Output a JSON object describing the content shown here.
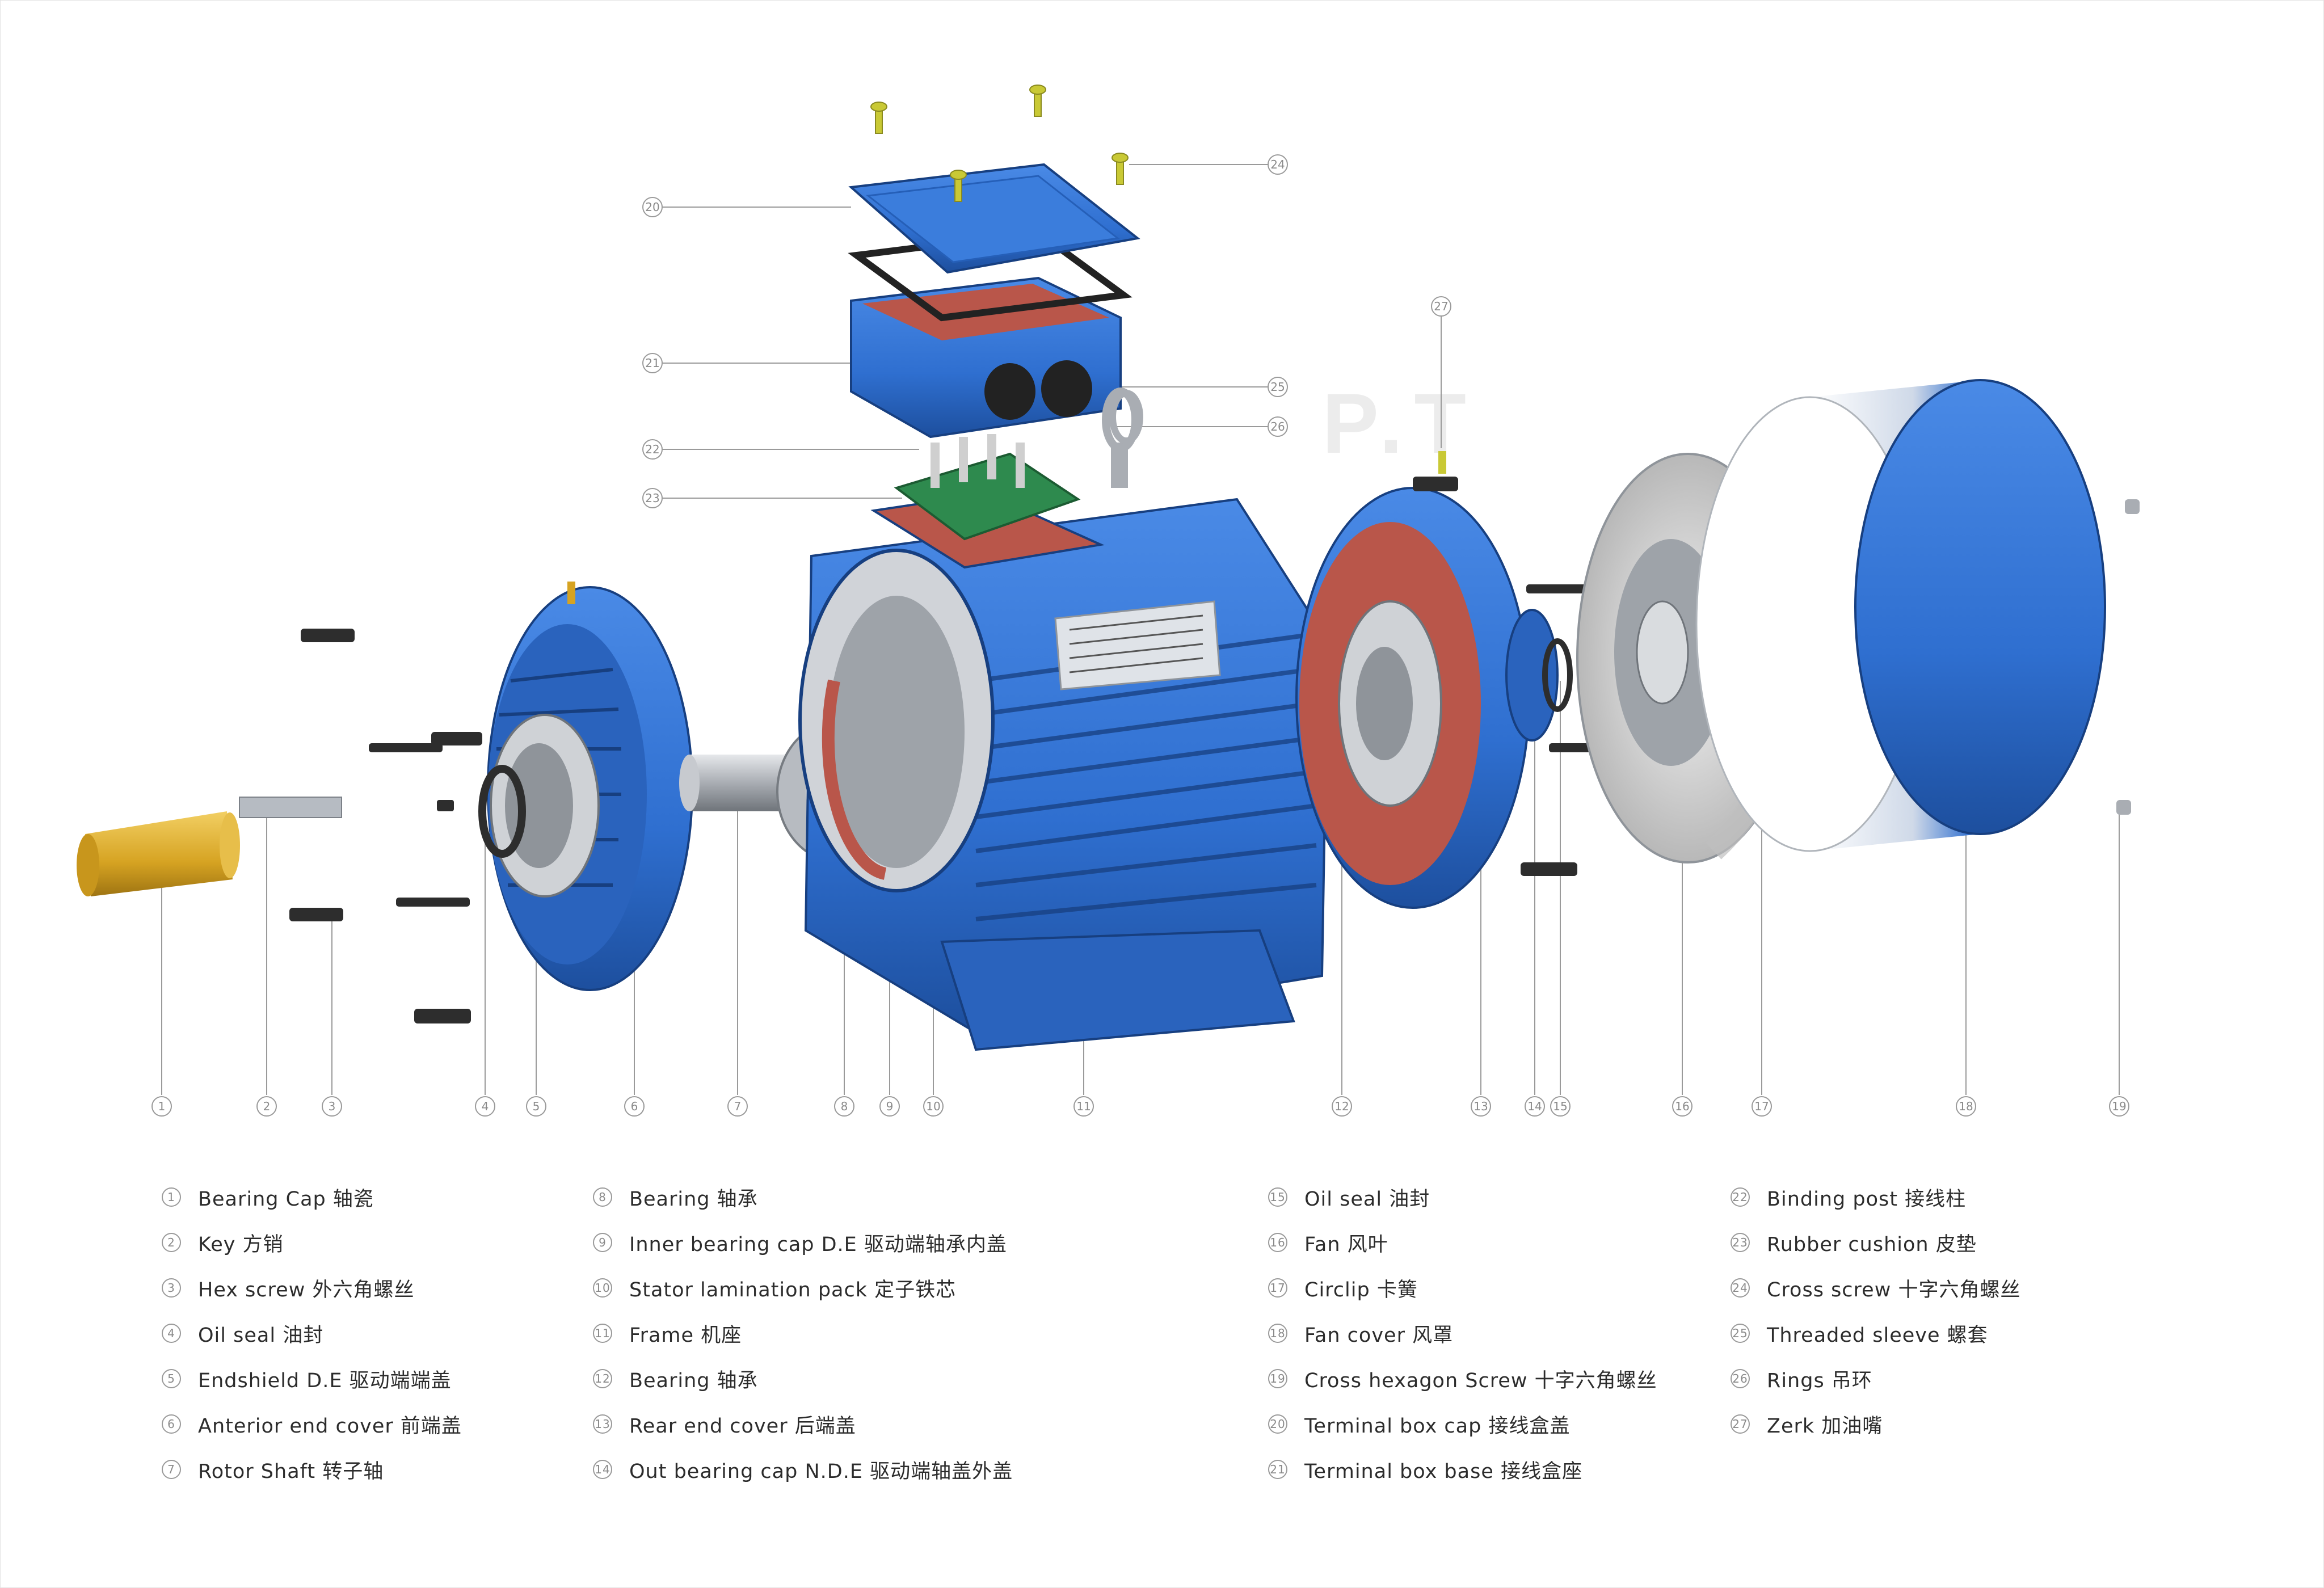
{
  "watermark": "P.T",
  "colors": {
    "body_blue": "#2f6fd0",
    "body_blue_dark": "#1d4f9e",
    "interior_red": "#b9564a",
    "terminal_green": "#2e8a4e",
    "shaft_gray": "#a9adb3",
    "screw_dark": "#2d2d2d",
    "key_gold": "#d6a322",
    "leader_gray": "#9a9a9a"
  },
  "callout_numbers": [
    "1",
    "2",
    "3",
    "4",
    "5",
    "6",
    "7",
    "8",
    "9",
    "10",
    "11",
    "12",
    "13",
    "14",
    "15",
    "16",
    "17",
    "18",
    "19",
    "20",
    "21",
    "22",
    "23",
    "24",
    "25",
    "26",
    "27"
  ],
  "legend": {
    "col1": [
      {
        "num": "1",
        "label": "Bearing Cap  轴瓷"
      },
      {
        "num": "2",
        "label": "Key 方销"
      },
      {
        "num": "3",
        "label": "Hex screw 外六角螺丝"
      },
      {
        "num": "4",
        "label": "Oil seal 油封"
      },
      {
        "num": "5",
        "label": "Endshield D.E  驱动端端盖"
      },
      {
        "num": "6",
        "label": "Anterior end cover 前端盖"
      },
      {
        "num": "7",
        "label": "Rotor Shaft  转子轴"
      }
    ],
    "col2": [
      {
        "num": "8",
        "label": "Bearing 轴承"
      },
      {
        "num": "9",
        "label": "Inner bearing cap D.E 驱动端轴承内盖"
      },
      {
        "num": "10",
        "label": "Stator lamination pack 定子铁芯"
      },
      {
        "num": "11",
        "label": "Frame 机座"
      },
      {
        "num": "12",
        "label": "Bearing 轴承"
      },
      {
        "num": "13",
        "label": "Rear end cover 后端盖"
      },
      {
        "num": "14",
        "label": "Out bearing cap N.D.E 驱动端轴盖外盖"
      }
    ],
    "col3": [
      {
        "num": "15",
        "label": "Oil seal 油封"
      },
      {
        "num": "16",
        "label": "Fan 风叶"
      },
      {
        "num": "17",
        "label": "Circlip 卡簧"
      },
      {
        "num": "18",
        "label": "Fan cover 风罩"
      },
      {
        "num": "19",
        "label": "Cross hexagon Screw 十字六角螺丝"
      },
      {
        "num": "20",
        "label": "Terminal box cap 接线盒盖"
      },
      {
        "num": "21",
        "label": "Terminal box base 接线盒座"
      }
    ],
    "col4": [
      {
        "num": "22",
        "label": "Binding post 接线柱"
      },
      {
        "num": "23",
        "label": "Rubber cushion 皮垫"
      },
      {
        "num": "24",
        "label": "Cross screw 十字六角螺丝"
      },
      {
        "num": "25",
        "label": "Threaded sleeve 螺套"
      },
      {
        "num": "26",
        "label": "Rings 吊环"
      },
      {
        "num": "27",
        "label": "Zerk  加油嘴"
      }
    ]
  }
}
